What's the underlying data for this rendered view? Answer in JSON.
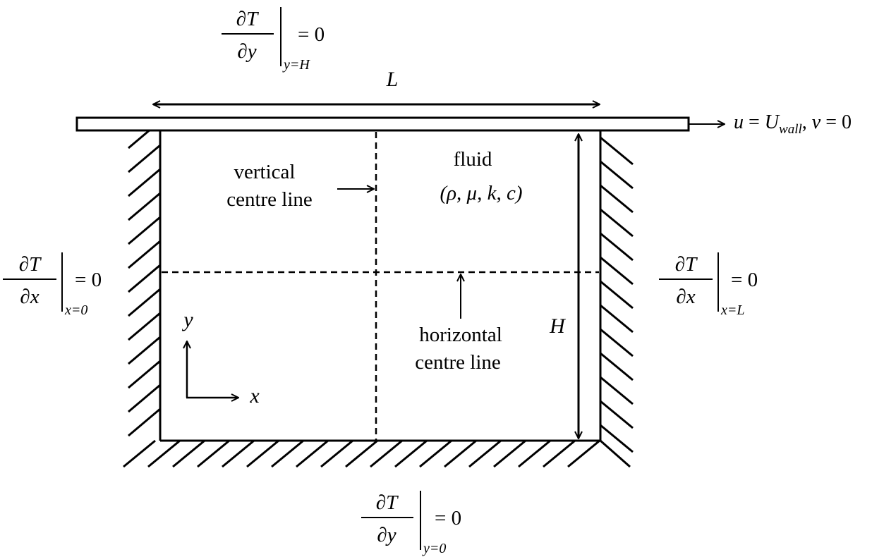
{
  "labels": {
    "length_symbol": "L",
    "height_symbol": "H",
    "fluid": "fluid",
    "fluid_props": "(ρ, μ, k, c)",
    "vertical_line_1": "vertical",
    "vertical_line_2": "centre line",
    "horizontal_line_1": "horizontal",
    "horizontal_line_2": "centre line",
    "axis_x": "x",
    "axis_y": "y"
  },
  "lid_condition": {
    "u": "u",
    "equals": " = ",
    "U": "U",
    "U_sub": "wall",
    "comma": ", ",
    "v": "v",
    "zero": " = 0"
  },
  "boundary_conditions": {
    "top": {
      "T": "∂T",
      "var": "∂y",
      "at": "y=H",
      "rhs": "= 0"
    },
    "bottom": {
      "T": "∂T",
      "var": "∂y",
      "at": "y=0",
      "rhs": "= 0"
    },
    "left": {
      "T": "∂T",
      "var": "∂x",
      "at": "x=0",
      "rhs": "= 0"
    },
    "right": {
      "T": "∂T",
      "var": "∂x",
      "at": "x=L",
      "rhs": "= 0"
    }
  },
  "colors": {
    "line": "#000000",
    "background": "#ffffff"
  }
}
